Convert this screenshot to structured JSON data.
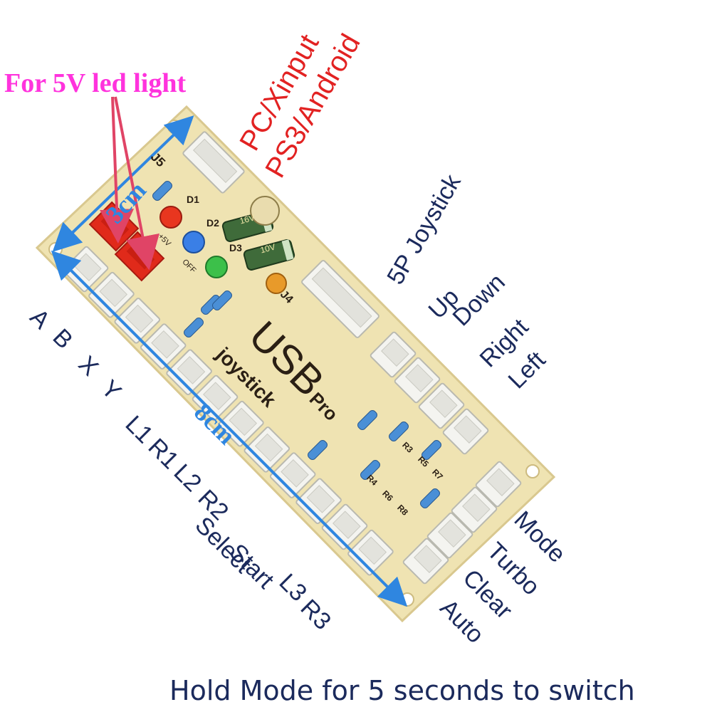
{
  "header": {
    "led_note": "For 5V led light",
    "platform_line1": "PC/Xinput",
    "platform_line2": "PS3/Android"
  },
  "dimensions": {
    "width": "3cm",
    "length": "8cm"
  },
  "board": {
    "title": "USB",
    "subtitle": "Pro",
    "brand": "joystick",
    "connector_j5": "J5",
    "connector_j4": "J4",
    "leds": [
      "D1",
      "D2",
      "D3"
    ],
    "led_labels": [
      "+5V",
      "OFF"
    ],
    "resistors": [
      "R3",
      "R4",
      "R5",
      "R6",
      "R7",
      "R8"
    ],
    "capacitors": [
      "16V",
      "10V"
    ]
  },
  "labels": {
    "joystick_port": "5P Joystick",
    "directions": [
      "Up",
      "Down",
      "Right",
      "Left"
    ],
    "buttons": [
      "A",
      "B",
      "X",
      "Y",
      "L1",
      "R1",
      "L2",
      "R2",
      "Select",
      "Start",
      "L3",
      "R3"
    ],
    "functions": [
      "Mode",
      "Turbo",
      "Clear",
      "Auto"
    ]
  },
  "caption": "Hold Mode for 5 seconds to switch",
  "colors": {
    "board": "#efe3b2",
    "board_edge": "#d9c88f",
    "connector": "#f4f4f0",
    "red_connector": "#e02a1a",
    "dimension_arrow": "#2f86e0",
    "callout_arrow": "#e04466",
    "label_navy": "#1b2a5c",
    "label_red": "#e22222",
    "label_pink": "#ff33dd"
  }
}
